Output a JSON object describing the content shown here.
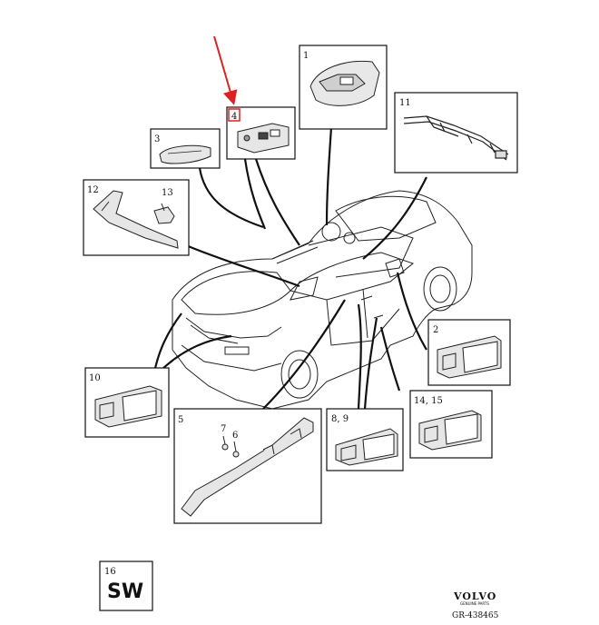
{
  "parts": {
    "p1": "1",
    "p2": "2",
    "p3": "3",
    "p4": "4",
    "p5": "5",
    "p6": "6",
    "p7": "7",
    "p89": "8, 9",
    "p10": "10",
    "p11": "11",
    "p12": "12",
    "p13": "13",
    "p1415": "14, 15",
    "p16": "16"
  },
  "sw_label": "SW",
  "brand": {
    "name": "VOLVO",
    "tagline": "GENUINE PARTS",
    "reference": "GR-438465"
  },
  "colors": {
    "line": "#111111",
    "highlight": "#e02020",
    "background": "#ffffff"
  }
}
